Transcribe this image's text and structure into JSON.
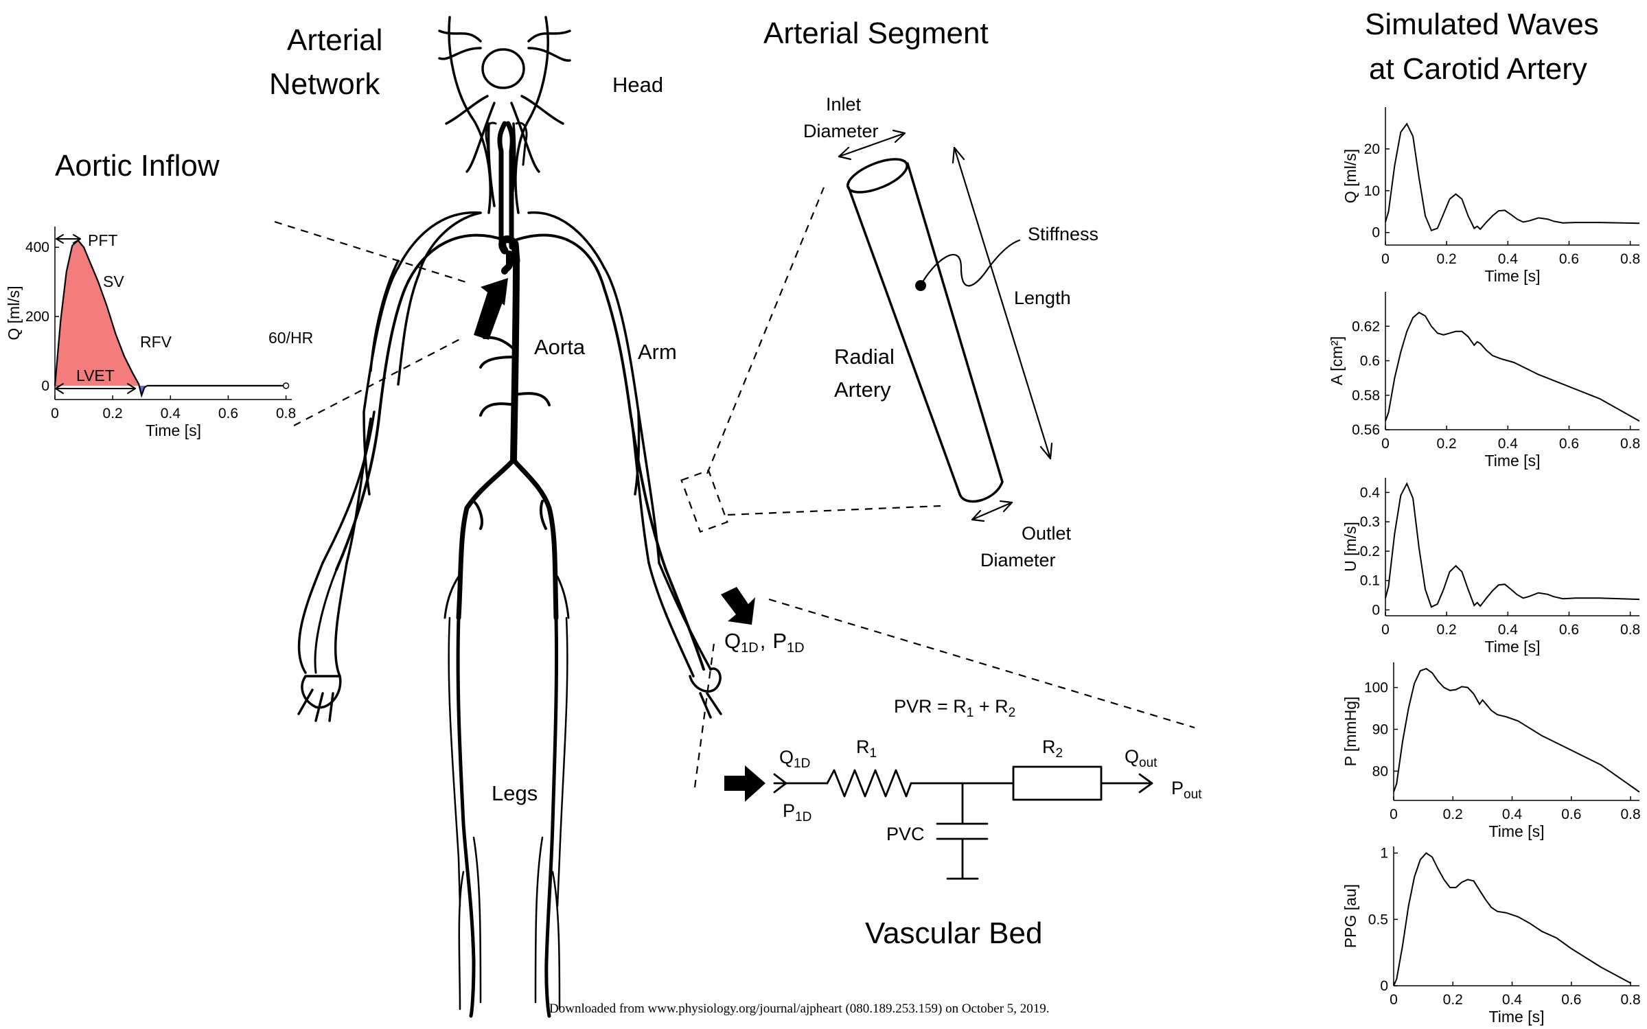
{
  "titles": {
    "aortic_inflow": "Aortic Inflow",
    "arterial_network_1": "Arterial",
    "arterial_network_2": "Network",
    "arterial_segment": "Arterial Segment",
    "simulated_1": "Simulated Waves",
    "simulated_2": "at Carotid Artery",
    "vascular_bed": "Vascular Bed"
  },
  "body_labels": {
    "head": "Head",
    "aorta": "Aorta",
    "arm": "Arm",
    "legs": "Legs"
  },
  "segment_labels": {
    "inlet_1": "Inlet",
    "inlet_2": "Diameter",
    "stiffness": "Stiffness",
    "length": "Length",
    "radial_1": "Radial",
    "radial_2": "Artery",
    "outlet_1": "Outlet",
    "outlet_2": "Diameter"
  },
  "circuit": {
    "q1d_main": "Q",
    "p1d_main": "P",
    "sub_1d": "1D",
    "separator": ",",
    "pvr_lhs": "PVR = R",
    "pvr_plus": " + R",
    "sub_1": "1",
    "sub_2": "2",
    "r_main": "R",
    "pvc": "PVC",
    "q_out_main": "Q",
    "p_out_main": "P",
    "sub_out": "out"
  },
  "inflow": {
    "ylabel": "Q  [ml/s]",
    "xlabel": "Time [s]",
    "pft": "PFT",
    "sv": "SV",
    "rfv": "RFV",
    "hr": "60/HR",
    "lvet": "LVET",
    "sv_color": "#f47c7c",
    "rfv_color": "#6b6bd6"
  },
  "footer": "Downloaded from www.physiology.org/journal/ajpheart (080.189.253.159) on October 5, 2019.",
  "chart_data": [
    {
      "type": "area",
      "id": "aortic_inflow",
      "xlabel": "Time [s]",
      "ylabel": "Q  [ml/s]",
      "xlim": [
        0,
        0.82
      ],
      "ylim": [
        -40,
        460
      ],
      "xticks": [
        0,
        0.2,
        0.4,
        0.6,
        0.8
      ],
      "xticklabels": [
        "0",
        "0.2",
        "0.4",
        "0.6",
        "0.8"
      ],
      "yticks": [
        0,
        200,
        400
      ],
      "yticklabels": [
        "0",
        "200",
        "400"
      ],
      "x": [
        0,
        0.02,
        0.04,
        0.06,
        0.08,
        0.1,
        0.12,
        0.15,
        0.18,
        0.21,
        0.24,
        0.27,
        0.29,
        0.3,
        0.31,
        0.32,
        0.4,
        0.6,
        0.8
      ],
      "y": [
        0,
        190,
        330,
        405,
        420,
        400,
        360,
        300,
        230,
        150,
        85,
        35,
        5,
        -28,
        -5,
        0,
        0,
        0,
        0
      ]
    },
    {
      "type": "line",
      "id": "flow",
      "xlabel": "Time [s]",
      "ylabel": "Q  [ml/s]",
      "xlim": [
        0,
        0.83
      ],
      "ylim": [
        -3,
        30
      ],
      "xticks": [
        0,
        0.2,
        0.4,
        0.6,
        0.8
      ],
      "xticklabels": [
        "0",
        "0.2",
        "0.4",
        "0.6",
        "0.8"
      ],
      "yticks": [
        0,
        10,
        20
      ],
      "yticklabels": [
        "0",
        "10",
        "20"
      ],
      "x": [
        0,
        0.01,
        0.03,
        0.05,
        0.07,
        0.09,
        0.11,
        0.13,
        0.15,
        0.17,
        0.19,
        0.21,
        0.23,
        0.25,
        0.27,
        0.29,
        0.3,
        0.31,
        0.33,
        0.35,
        0.37,
        0.39,
        0.41,
        0.43,
        0.45,
        0.47,
        0.5,
        0.53,
        0.55,
        0.58,
        0.62,
        0.7,
        0.83
      ],
      "y": [
        2.5,
        5,
        16,
        24,
        26,
        23,
        13,
        4,
        0.5,
        1,
        4.5,
        8,
        9.2,
        8,
        4,
        1,
        1.5,
        0.8,
        2.5,
        4,
        5.2,
        5.3,
        4.3,
        3.2,
        2.5,
        2.8,
        3.5,
        3.2,
        2.7,
        2.3,
        2.4,
        2.4,
        2.2
      ]
    },
    {
      "type": "line",
      "id": "area",
      "xlabel": "Time [s]",
      "ylabel": "A  [cm²]",
      "xlim": [
        0,
        0.83
      ],
      "ylim": [
        0.56,
        0.64
      ],
      "xticks": [
        0,
        0.2,
        0.4,
        0.6,
        0.8
      ],
      "xticklabels": [
        "0",
        "0.2",
        "0.4",
        "0.6",
        "0.8"
      ],
      "yticks": [
        0.56,
        0.58,
        0.6,
        0.62
      ],
      "yticklabels": [
        "0.56",
        "0.58",
        "0.6",
        "0.62"
      ],
      "x": [
        0,
        0.01,
        0.03,
        0.05,
        0.07,
        0.09,
        0.11,
        0.13,
        0.15,
        0.17,
        0.19,
        0.21,
        0.23,
        0.25,
        0.27,
        0.29,
        0.3,
        0.31,
        0.33,
        0.35,
        0.38,
        0.42,
        0.5,
        0.6,
        0.7,
        0.83
      ],
      "y": [
        0.565,
        0.57,
        0.59,
        0.605,
        0.617,
        0.625,
        0.628,
        0.626,
        0.62,
        0.616,
        0.615,
        0.616,
        0.617,
        0.617,
        0.614,
        0.609,
        0.611,
        0.61,
        0.606,
        0.603,
        0.601,
        0.599,
        0.592,
        0.585,
        0.578,
        0.565
      ]
    },
    {
      "type": "line",
      "id": "velocity",
      "xlabel": "Time [s]",
      "ylabel": "U  [m/s]",
      "xlim": [
        0,
        0.83
      ],
      "ylim": [
        -0.02,
        0.45
      ],
      "xticks": [
        0,
        0.2,
        0.4,
        0.6,
        0.8
      ],
      "xticklabels": [
        "0",
        "0.2",
        "0.4",
        "0.6",
        "0.8"
      ],
      "yticks": [
        0,
        0.1,
        0.2,
        0.3,
        0.4
      ],
      "yticklabels": [
        "0",
        "0.1",
        "0.2",
        "0.3",
        "0.4"
      ],
      "x": [
        0,
        0.01,
        0.03,
        0.05,
        0.07,
        0.09,
        0.11,
        0.13,
        0.15,
        0.17,
        0.19,
        0.21,
        0.23,
        0.25,
        0.27,
        0.29,
        0.3,
        0.31,
        0.33,
        0.35,
        0.37,
        0.39,
        0.41,
        0.43,
        0.45,
        0.47,
        0.5,
        0.53,
        0.55,
        0.58,
        0.62,
        0.7,
        0.83
      ],
      "y": [
        0.04,
        0.08,
        0.26,
        0.39,
        0.43,
        0.38,
        0.21,
        0.07,
        0.01,
        0.02,
        0.07,
        0.13,
        0.15,
        0.13,
        0.07,
        0.015,
        0.025,
        0.013,
        0.04,
        0.065,
        0.085,
        0.087,
        0.07,
        0.052,
        0.04,
        0.046,
        0.058,
        0.053,
        0.045,
        0.038,
        0.04,
        0.04,
        0.036
      ]
    },
    {
      "type": "line",
      "id": "pressure",
      "xlabel": "Time [s]",
      "ylabel": "P  [mmHg]",
      "xlim": [
        0,
        0.83
      ],
      "ylim": [
        73,
        106
      ],
      "xticks": [
        0,
        0.2,
        0.4,
        0.6,
        0.8
      ],
      "xticklabels": [
        "0",
        "0.2",
        "0.4",
        "0.6",
        "0.8"
      ],
      "yticks": [
        80,
        90,
        100
      ],
      "yticklabels": [
        "80",
        "90",
        "100"
      ],
      "x": [
        0,
        0.01,
        0.03,
        0.05,
        0.07,
        0.09,
        0.11,
        0.13,
        0.15,
        0.17,
        0.19,
        0.21,
        0.23,
        0.25,
        0.27,
        0.29,
        0.3,
        0.31,
        0.33,
        0.35,
        0.38,
        0.42,
        0.5,
        0.6,
        0.7,
        0.83
      ],
      "y": [
        75,
        77,
        87,
        95,
        101,
        104,
        104.5,
        103.5,
        101.5,
        100,
        99.3,
        99.5,
        100.2,
        100,
        98.5,
        96,
        97,
        96.2,
        94.5,
        93.5,
        93,
        92,
        88.5,
        85,
        81.5,
        75
      ]
    },
    {
      "type": "line",
      "id": "ppg",
      "xlabel": "Time [s]",
      "ylabel": "PPG  [au]",
      "xlim": [
        0,
        0.83
      ],
      "ylim": [
        0,
        1.05
      ],
      "xticks": [
        0,
        0.2,
        0.4,
        0.6,
        0.8
      ],
      "xticklabels": [
        "0",
        "0.2",
        "0.4",
        "0.6",
        "0.8"
      ],
      "yticks": [
        0,
        0.5,
        1
      ],
      "yticklabels": [
        "0",
        "0.5",
        "1"
      ],
      "x": [
        0,
        0.01,
        0.03,
        0.05,
        0.07,
        0.09,
        0.11,
        0.13,
        0.15,
        0.17,
        0.19,
        0.21,
        0.23,
        0.25,
        0.27,
        0.29,
        0.31,
        0.33,
        0.35,
        0.38,
        0.42,
        0.46,
        0.5,
        0.55,
        0.6,
        0.7,
        0.8
      ],
      "y": [
        0,
        0.05,
        0.3,
        0.6,
        0.82,
        0.95,
        1.0,
        0.97,
        0.88,
        0.8,
        0.74,
        0.74,
        0.78,
        0.8,
        0.79,
        0.72,
        0.65,
        0.59,
        0.56,
        0.55,
        0.52,
        0.47,
        0.41,
        0.36,
        0.28,
        0.14,
        0.02
      ]
    }
  ]
}
